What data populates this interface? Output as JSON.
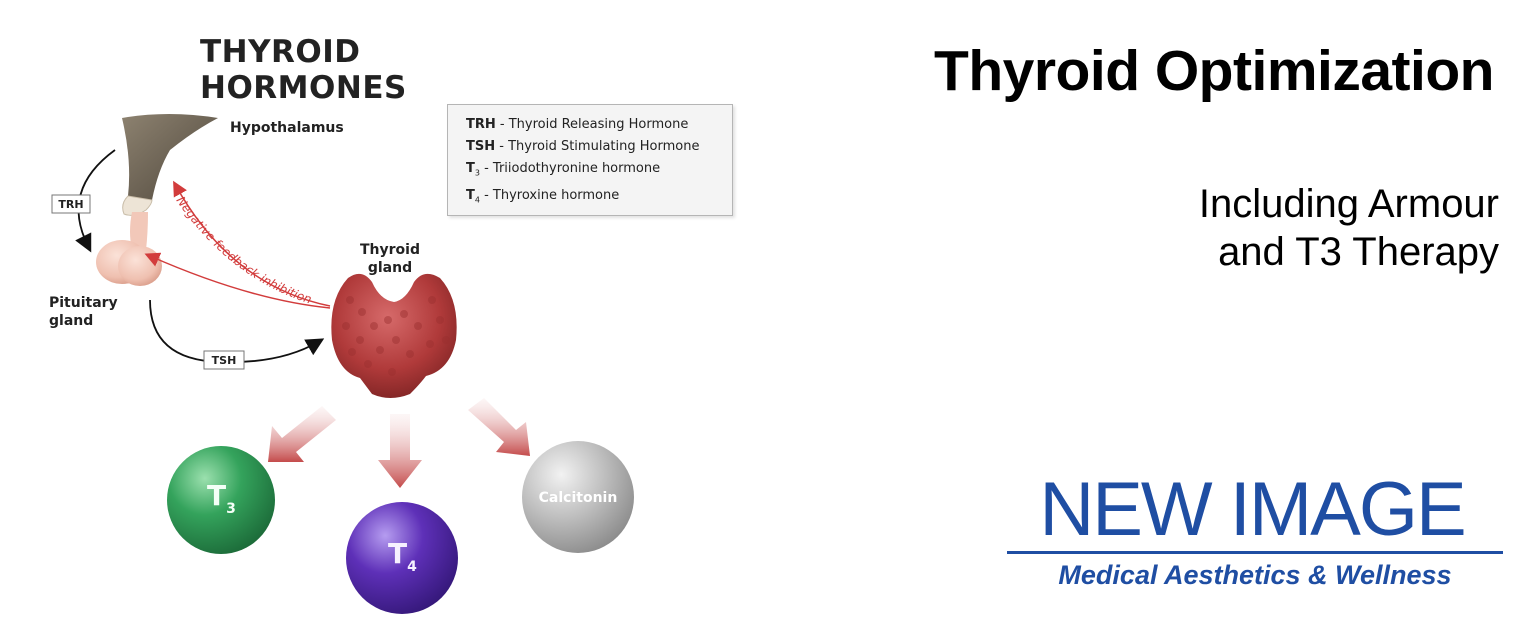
{
  "diagram": {
    "title": "THYROID HORMONES",
    "labels": {
      "hypothalamus": "Hypothalamus",
      "pituitary_line1": "Pituitary",
      "pituitary_line2": "gland",
      "thyroid_line1": "Thyroid",
      "thyroid_line2": "gland",
      "trh_tag": "TRH",
      "tsh_tag": "TSH",
      "feedback": "Negative feedback inhibition"
    },
    "legend": [
      {
        "abbr": "TRH",
        "abbr_sub": "",
        "desc": " - Thyroid Releasing Hormone"
      },
      {
        "abbr": "TSH",
        "abbr_sub": "",
        "desc": " - Thyroid Stimulating Hormone"
      },
      {
        "abbr": "T",
        "abbr_sub": "3",
        "desc": " - Triiodothyronine hormone"
      },
      {
        "abbr": "T",
        "abbr_sub": "4",
        "desc": " - Thyroxine hormone"
      }
    ],
    "hormones": {
      "t3_letter": "T",
      "t3_sub": "3",
      "t4_letter": "T",
      "t4_sub": "4",
      "calcitonin": "Calcitonin"
    },
    "colors": {
      "t3": "#2f9a55",
      "t4": "#5a2fb3",
      "calcitonin": "#b9b9b9",
      "thyroid": "#b03a3a",
      "arrow_red": "#c44b4b",
      "feedback": "#d23c3c"
    }
  },
  "page": {
    "title": "Thyroid Optimization",
    "subtitle_line1": "Including Armour",
    "subtitle_line2": "and T3 Therapy"
  },
  "logo": {
    "line1": "NEW IMAGE",
    "line2": "Medical Aesthetics & Wellness",
    "color": "#1f4ea3"
  }
}
